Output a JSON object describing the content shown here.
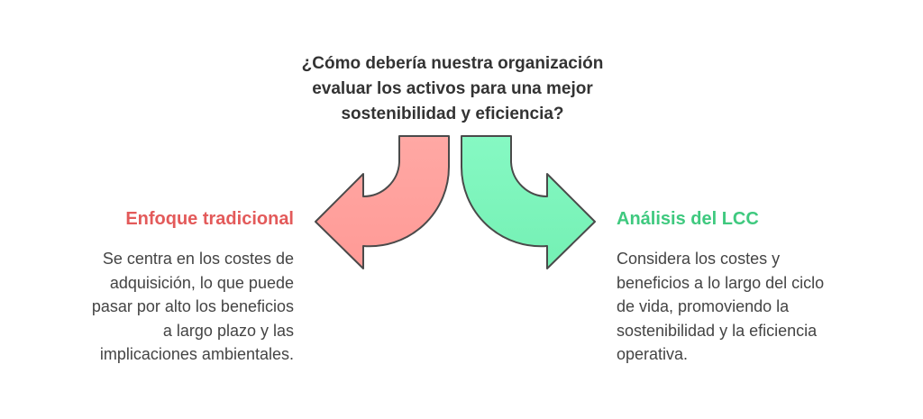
{
  "question": {
    "lines": [
      "¿Cómo debería nuestra organización",
      "evaluar los activos para una mejor",
      "sostenibilidad y eficiencia?"
    ]
  },
  "left": {
    "title": "Enfoque tradicional",
    "lines": [
      "Se centra en los costes de",
      "adquisición, lo que puede",
      "pasar por alto los beneficios",
      "a largo plazo y las",
      "implicaciones ambientales."
    ],
    "color": "#e35a5a",
    "arrow_color": "#ffa3a0"
  },
  "right": {
    "title": "Análisis del LCC",
    "lines": [
      "Considera los costes y",
      "beneficios a lo largo del ciclo",
      "de vida, promoviendo la",
      "sostenibilidad y la eficiencia",
      "operativa."
    ],
    "color": "#3fc97f",
    "arrow_color": "#83f8c0"
  }
}
